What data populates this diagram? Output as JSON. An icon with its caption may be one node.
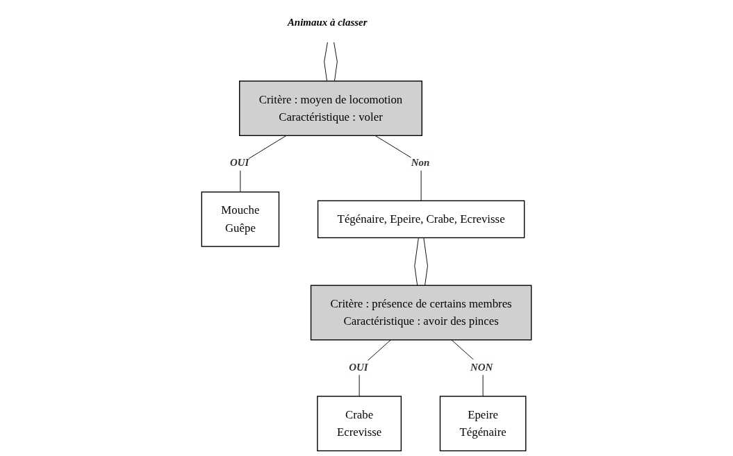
{
  "diagram": {
    "nodes": [
      {
        "text": [
          "Animaux à classer"
        ]
      },
      {
        "text": [
          "Critère : moyen de locomotion",
          "Caractéristique : voler"
        ]
      },
      {
        "text": [
          "Mouche",
          "Guêpe"
        ]
      },
      {
        "text": [
          "Tégénaire, Epeire, Crabe, Ecrevisse"
        ]
      },
      {
        "text": [
          "Critère : présence de certains membres",
          "Caractéristique : avoir des pinces"
        ]
      },
      {
        "text": [
          "Crabe",
          "Ecrevisse"
        ]
      },
      {
        "text": [
          "Epeire",
          "Tégénaire"
        ]
      }
    ],
    "edges": [
      {
        "from": 0,
        "to": 1,
        "arrow": "none"
      },
      {
        "from": 0,
        "to": 1,
        "arrow": "none"
      },
      {
        "from": 1,
        "to": 2,
        "arrow": "none",
        "label": "OUI"
      },
      {
        "from": 1,
        "to": 3,
        "arrow": "none",
        "label": "Non"
      },
      {
        "from": 3,
        "to": 4,
        "arrow": "none"
      },
      {
        "from": 3,
        "to": 4,
        "arrow": "none"
      },
      {
        "from": 4,
        "to": 5,
        "arrow": "none",
        "label": "OUI"
      },
      {
        "from": 4,
        "to": 6,
        "arrow": "none",
        "label": "NON"
      }
    ]
  }
}
